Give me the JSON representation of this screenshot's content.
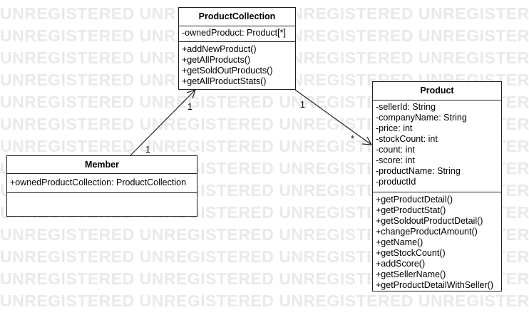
{
  "watermark": {
    "text": "UNREGISTERED UNREGISTERED UNREGISTERED UNREGISTERED UNREGISTERED"
  },
  "classes": {
    "product_collection": {
      "name": "ProductCollection",
      "attributes": [
        "-ownedProduct: Product[*]"
      ],
      "operations": [
        "+addNewProduct()",
        "+getAllProducts()",
        "+getSoldOutProducts()",
        "+getAllProductStats()"
      ]
    },
    "member": {
      "name": "Member",
      "attributes": [
        "+ownedProductCollection: ProductCollection"
      ],
      "operations": []
    },
    "product": {
      "name": "Product",
      "attributes": [
        "-sellerId: String",
        "-companyName: String",
        "-price: int",
        "-stockCount: int",
        "-count: int",
        "-score: int",
        "-productName: String",
        "-productId"
      ],
      "operations": [
        "+getProductDetail()",
        "+getProductStat()",
        "+getSoldoutProductDetail()",
        "+changeProductAmount()",
        "+getName()",
        "+getStockCount()",
        "+addScore()",
        "+getSellerName()",
        "+getProductDetailWithSeller()"
      ]
    }
  },
  "associations": {
    "member_to_collection": {
      "source_multiplicity": "1",
      "target_multiplicity": "1"
    },
    "collection_to_product": {
      "source_multiplicity": "1",
      "target_multiplicity": "*"
    }
  }
}
